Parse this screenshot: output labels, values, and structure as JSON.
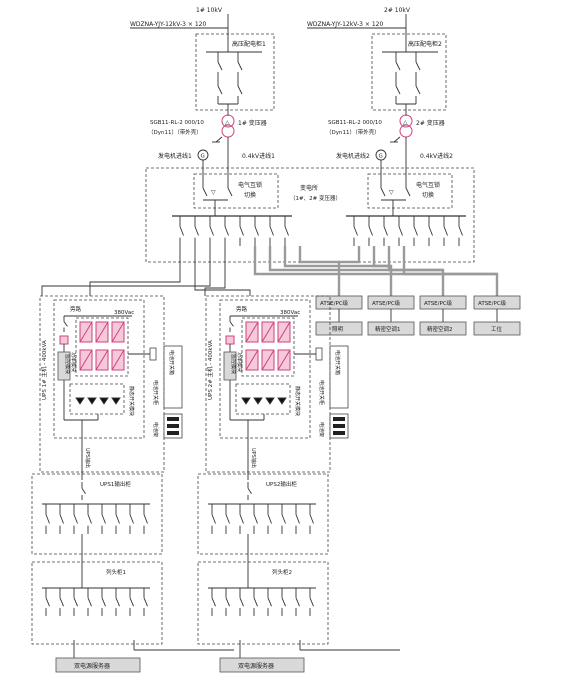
{
  "incoming": [
    {
      "voltage": "1# 10kV",
      "cable": "WDZNA-YJY-12kV-3 × 120",
      "cabinet": "高压配电柜1"
    },
    {
      "voltage": "2# 10kV",
      "cable": "WDZNA-YJY-12kV-3 × 120",
      "cabinet": "高压配电柜2"
    }
  ],
  "transformers": [
    {
      "name": "1# 变压器",
      "model_line1": "SGB11-RL-2 000/10",
      "model_line2": "（Dyn11）（带外壳）"
    },
    {
      "name": "2# 变压器",
      "model_line1": "SGB11-RL-2 000/10",
      "model_line2": "（Dyn11）（带外壳）"
    }
  ],
  "generator_lines": [
    "发电机进线1",
    "发电机进线2"
  ],
  "generator_symbol": "G",
  "lv_lines": [
    "0.4kV进线1",
    "0.4kV进线2"
  ],
  "transfer_label_line1": "电气互锁",
  "transfer_label_line2": "切换",
  "substation_line1": "变电所",
  "substation_line2": "（1#、2# 变压器）",
  "atse_boxes": [
    "ATSE/PC级",
    "ATSE/PC级",
    "ATSE/PC级",
    "ATSE/PC级"
  ],
  "load_boxes": [
    "照明",
    "精密空调1",
    "精密空调2",
    "工位"
  ],
  "ups": [
    {
      "host": "UPS 1# 主机 - 400kVA",
      "output_cabinet": "UPS1输出柜",
      "head_cabinet": "列头柜1",
      "output_label": "UPS输出"
    },
    {
      "host": "UPS 2# 主机 - 400kVA",
      "output_cabinet": "UPS2输出柜",
      "head_cabinet": "列头柜2",
      "output_label": "UPS输出"
    }
  ],
  "ups_labels": {
    "bypass": "旁路",
    "voltage": "380Vac",
    "monitor": "监控模块",
    "power_module": "功率模块",
    "static_switch": "静态开关模块",
    "battery_switch_cabinet": "电池开关柜",
    "battery_switch_box": "电池开关箱",
    "battery_rack": "电池架"
  },
  "servers": [
    "双电源服务器",
    "双电源服务器"
  ],
  "colors": {
    "accent": "#d0417f",
    "accent_fill": "#f4c9da",
    "box_fill": "#d9d9d9",
    "line": "#333333"
  }
}
